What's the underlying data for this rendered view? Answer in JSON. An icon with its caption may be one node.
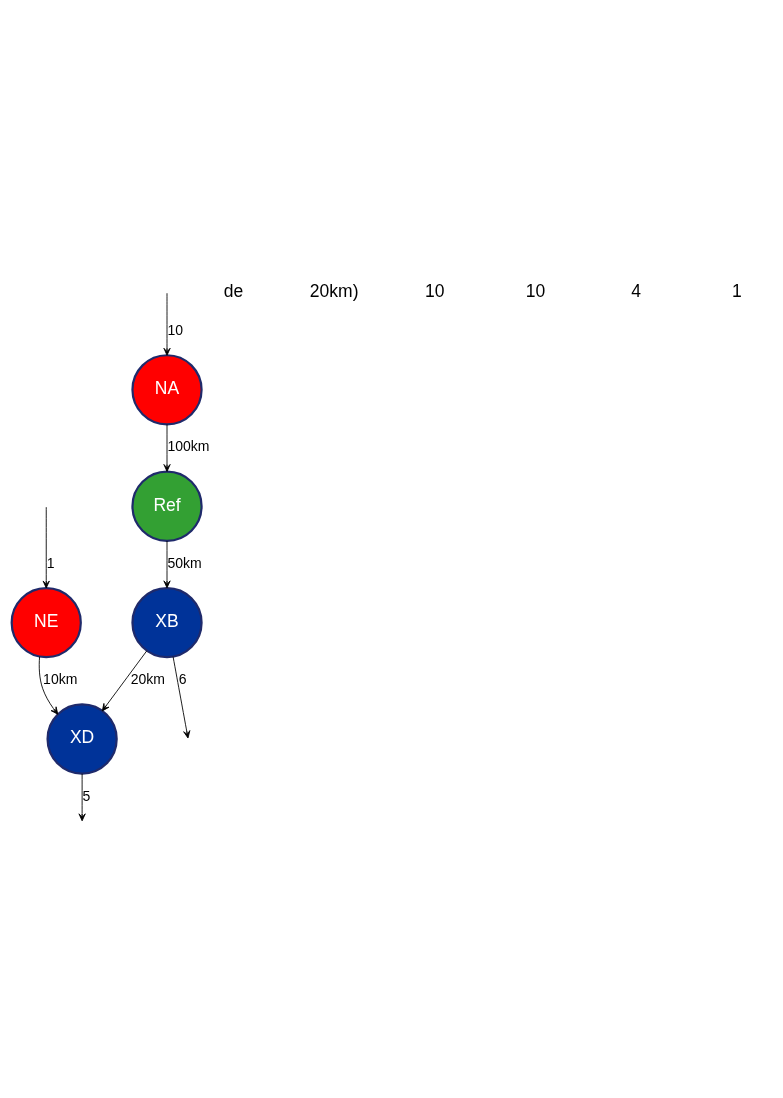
{
  "diagram": {
    "nodes": [
      {
        "text": [
          "NA"
        ]
      },
      {
        "text": [
          "Ref"
        ]
      },
      {
        "text": [
          "XB"
        ]
      },
      {
        "text": [
          "XD"
        ]
      },
      {
        "text": [
          "NE"
        ]
      }
    ],
    "edges": [
      {
        "from": null,
        "to": 0,
        "arrow": "to",
        "label": "10"
      },
      {
        "from": 0,
        "to": 1,
        "arrow": "to",
        "label": "100km"
      },
      {
        "from": 1,
        "to": 2,
        "arrow": "to",
        "label": "50km"
      },
      {
        "from": 2,
        "to": 3,
        "arrow": "to",
        "label": "20km"
      },
      {
        "from": 2,
        "to": null,
        "arrow": "to",
        "label": "6"
      },
      {
        "from": 3,
        "to": null,
        "arrow": "to",
        "label": "5"
      },
      {
        "from": 4,
        "to": 3,
        "arrow": "to",
        "label": "10km"
      },
      {
        "from": null,
        "to": 4,
        "arrow": "to",
        "label": "1"
      }
    ],
    "labels": [
      "de",
      "20km)",
      "10",
      "10",
      "4",
      "1"
    ]
  }
}
